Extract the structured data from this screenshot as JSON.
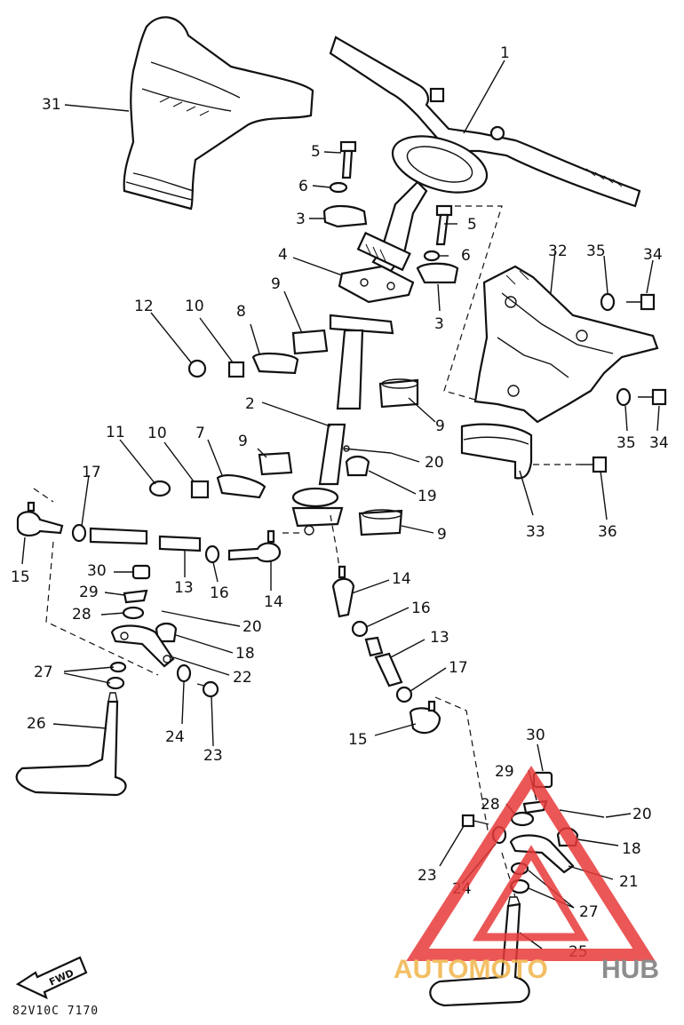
{
  "callouts": [
    {
      "id": "c1",
      "text": "1"
    },
    {
      "id": "c2",
      "text": "2"
    },
    {
      "id": "c3a",
      "text": "3"
    },
    {
      "id": "c3b",
      "text": "3"
    },
    {
      "id": "c4",
      "text": "4"
    },
    {
      "id": "c5a",
      "text": "5"
    },
    {
      "id": "c5b",
      "text": "5"
    },
    {
      "id": "c6a",
      "text": "6"
    },
    {
      "id": "c6b",
      "text": "6"
    },
    {
      "id": "c7",
      "text": "7"
    },
    {
      "id": "c8",
      "text": "8"
    },
    {
      "id": "c9a",
      "text": "9"
    },
    {
      "id": "c9b",
      "text": "9"
    },
    {
      "id": "c9c",
      "text": "9"
    },
    {
      "id": "c9d",
      "text": "9"
    },
    {
      "id": "c10a",
      "text": "10"
    },
    {
      "id": "c10b",
      "text": "10"
    },
    {
      "id": "c11",
      "text": "11"
    },
    {
      "id": "c12",
      "text": "12"
    },
    {
      "id": "c13a",
      "text": "13"
    },
    {
      "id": "c13b",
      "text": "13"
    },
    {
      "id": "c14a",
      "text": "14"
    },
    {
      "id": "c14b",
      "text": "14"
    },
    {
      "id": "c15a",
      "text": "15"
    },
    {
      "id": "c15b",
      "text": "15"
    },
    {
      "id": "c16a",
      "text": "16"
    },
    {
      "id": "c16b",
      "text": "16"
    },
    {
      "id": "c17a",
      "text": "17"
    },
    {
      "id": "c17b",
      "text": "17"
    },
    {
      "id": "c18a",
      "text": "18"
    },
    {
      "id": "c18b",
      "text": "18"
    },
    {
      "id": "c19",
      "text": "19"
    },
    {
      "id": "c20a",
      "text": "20"
    },
    {
      "id": "c20b",
      "text": "20"
    },
    {
      "id": "c20c",
      "text": "20"
    },
    {
      "id": "c21",
      "text": "21"
    },
    {
      "id": "c22",
      "text": "22"
    },
    {
      "id": "c23a",
      "text": "23"
    },
    {
      "id": "c23b",
      "text": "23"
    },
    {
      "id": "c24a",
      "text": "24"
    },
    {
      "id": "c24b",
      "text": "24"
    },
    {
      "id": "c25",
      "text": "25"
    },
    {
      "id": "c26",
      "text": "26"
    },
    {
      "id": "c27a",
      "text": "27"
    },
    {
      "id": "c27b",
      "text": "27"
    },
    {
      "id": "c28a",
      "text": "28"
    },
    {
      "id": "c28b",
      "text": "28"
    },
    {
      "id": "c29a",
      "text": "29"
    },
    {
      "id": "c29b",
      "text": "29"
    },
    {
      "id": "c30a",
      "text": "30"
    },
    {
      "id": "c30b",
      "text": "30"
    },
    {
      "id": "c31",
      "text": "31"
    },
    {
      "id": "c32",
      "text": "32"
    },
    {
      "id": "c33",
      "text": "33"
    },
    {
      "id": "c34a",
      "text": "34"
    },
    {
      "id": "c34b",
      "text": "34"
    },
    {
      "id": "c35a",
      "text": "35"
    },
    {
      "id": "c35b",
      "text": "35"
    },
    {
      "id": "c36",
      "text": "36"
    }
  ],
  "drawing_code": "82V10C 7170",
  "fwd_label": "FWD",
  "watermark": {
    "part1": "AUTOMOTO",
    "part2": "HUB",
    "color_red": "#e83a3a",
    "color_orange": "#f2b54a",
    "color_gray": "#7a7a7a"
  }
}
